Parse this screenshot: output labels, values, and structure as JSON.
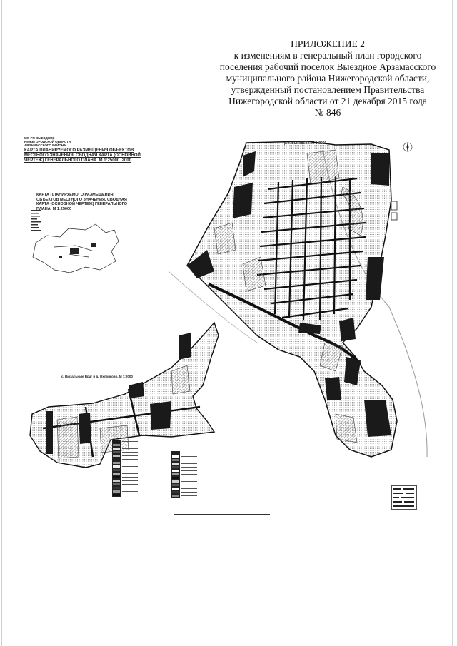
{
  "header": {
    "lines": [
      "ПРИЛОЖЕНИЕ 2",
      "к изменениям в генеральный план городского",
      "поселения рабочий поселок Выездное Арзамасского",
      "муниципального района Нижегородской области,",
      "утвержденный постановлением Правительства",
      "Нижегородской области от 21 декабря 2015 года",
      "№ 846"
    ]
  },
  "map": {
    "header_small": [
      "МО РП ВЫЕЗДНОЕ",
      "НИЖЕГОРОДСКОЙ ОБЛАСТИ",
      "АРЗАМАССКОГО РАЙОНА"
    ],
    "main_title": "КАРТА ПЛАНИРУЕМОГО РАЗМЕЩЕНИЯ ОБЪЕКТОВ МЕСТНОГО ЗНАЧЕНИЯ, СВОДНАЯ КАРТА (ОСНОВНОЙ ЧЕРТЕЖ) ГЕНЕРАЛЬНОГО ПЛАНА. М 1:25000. 2000",
    "overview_title": "КАРТА ПЛАНИРУЕМОГО РАЗМЕЩЕНИЯ ОБЪЕКТОВ МЕСТНОГО ЗНАЧЕНИЯ, СВОДНАЯ КАРТА (ОСНОВНОЙ ЧЕРТЕЖ) ГЕНЕРАЛЬНОГО ПЛАНА. М 1:25000",
    "label_top": "р.п. Выездное. М 1:2000",
    "label_village": "с. Вызальные Враг и д. Охлопково. М 1:2000"
  },
  "legend_left": [
    "",
    "",
    "",
    "",
    "",
    "",
    "",
    "",
    "",
    "",
    "",
    "",
    "",
    "",
    "",
    ""
  ],
  "legend_right": [
    "",
    "",
    "",
    "",
    "",
    "",
    "",
    "",
    "",
    "",
    "",
    "",
    ""
  ],
  "colors": {
    "ink": "#111111",
    "hatch": "#9a9a9a",
    "dark": "#1a1a1a"
  }
}
